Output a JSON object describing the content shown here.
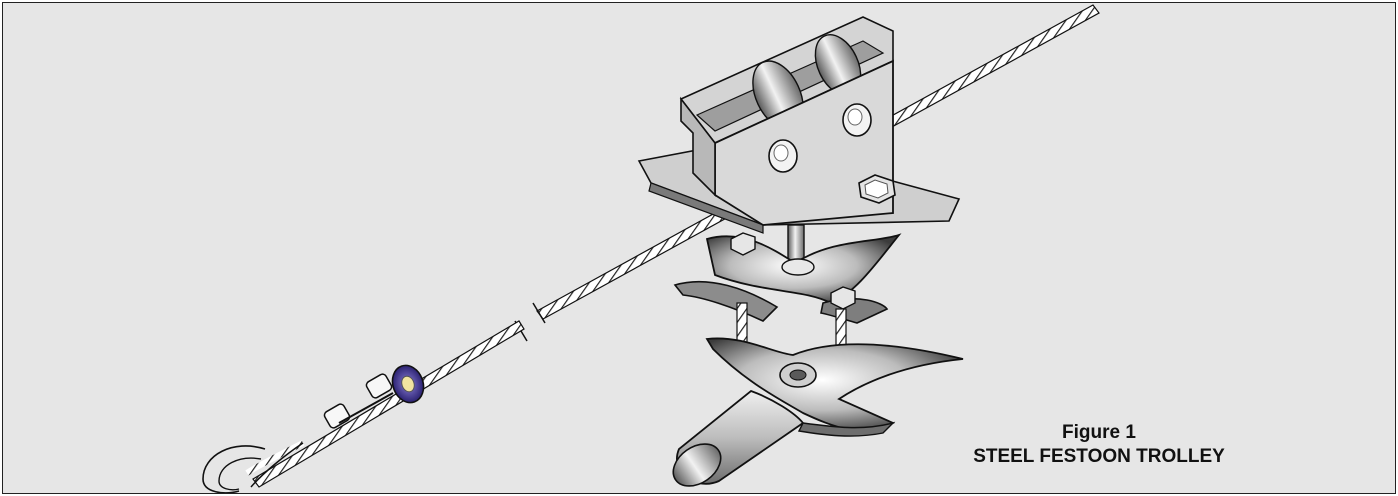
{
  "figure": {
    "number_label": "Figure 1",
    "title": "STEEL FESTOON TROLLEY"
  },
  "colors": {
    "background": "#e6e6e6",
    "metal_light": "#d9d9d9",
    "metal_mid": "#b3b3b3",
    "metal_dark": "#6e6e6e",
    "thimble_blue": "#3a2f8c",
    "thimble_bore": "#f2e4a0",
    "outline": "#111111"
  },
  "icons": [
    "steel-cable",
    "trolley-body",
    "saddle-clamp",
    "bolt",
    "cable-end-thimble",
    "cable-eye-hook"
  ]
}
